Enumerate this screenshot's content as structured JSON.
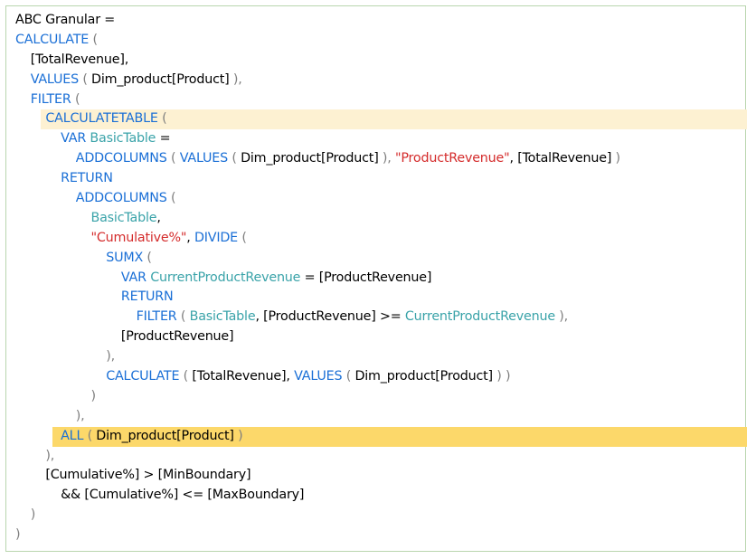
{
  "title": "ABC Granular =",
  "lines": [
    {
      "indent": 0,
      "tokens": [
        {
          "t": "ABC Granular =",
          "c": "plain"
        }
      ]
    },
    {
      "indent": 0,
      "tokens": [
        {
          "t": "CALCULATE",
          "c": "kw"
        },
        {
          "t": " (",
          "c": "par"
        }
      ]
    },
    {
      "indent": 1,
      "tokens": [
        {
          "t": "[TotalRevenue],",
          "c": "plain"
        }
      ]
    },
    {
      "indent": 1,
      "tokens": [
        {
          "t": "VALUES",
          "c": "kw"
        },
        {
          "t": " ( ",
          "c": "par"
        },
        {
          "t": "Dim_product[Product]",
          "c": "plain"
        },
        {
          "t": " ),",
          "c": "par"
        }
      ]
    },
    {
      "indent": 1,
      "tokens": [
        {
          "t": "FILTER",
          "c": "kw"
        },
        {
          "t": " (",
          "c": "par"
        }
      ]
    },
    {
      "indent": 2,
      "highlight": "light",
      "tokens": [
        {
          "t": "CALCULATETABLE",
          "c": "kw"
        },
        {
          "t": " (",
          "c": "par"
        }
      ]
    },
    {
      "indent": 3,
      "tokens": [
        {
          "t": "VAR ",
          "c": "kw"
        },
        {
          "t": "BasicTable",
          "c": "var"
        },
        {
          "t": " =",
          "c": "plain"
        }
      ]
    },
    {
      "indent": 4,
      "tokens": [
        {
          "t": "ADDCOLUMNS",
          "c": "kw"
        },
        {
          "t": " ( ",
          "c": "par"
        },
        {
          "t": "VALUES",
          "c": "kw"
        },
        {
          "t": " ( ",
          "c": "par"
        },
        {
          "t": "Dim_product[Product]",
          "c": "plain"
        },
        {
          "t": " ), ",
          "c": "par"
        },
        {
          "t": "\"ProductRevenue\"",
          "c": "str"
        },
        {
          "t": ", [TotalRevenue] ",
          "c": "plain"
        },
        {
          "t": ")",
          "c": "par"
        }
      ]
    },
    {
      "indent": 3,
      "tokens": [
        {
          "t": "RETURN",
          "c": "kw"
        }
      ]
    },
    {
      "indent": 4,
      "tokens": [
        {
          "t": "ADDCOLUMNS",
          "c": "kw"
        },
        {
          "t": " (",
          "c": "par"
        }
      ]
    },
    {
      "indent": 5,
      "tokens": [
        {
          "t": "BasicTable",
          "c": "var"
        },
        {
          "t": ",",
          "c": "plain"
        }
      ]
    },
    {
      "indent": 5,
      "tokens": [
        {
          "t": "\"Cumulative%\"",
          "c": "str"
        },
        {
          "t": ", ",
          "c": "plain"
        },
        {
          "t": "DIVIDE",
          "c": "kw"
        },
        {
          "t": " (",
          "c": "par"
        }
      ]
    },
    {
      "indent": 6,
      "tokens": [
        {
          "t": "SUMX",
          "c": "kw"
        },
        {
          "t": " (",
          "c": "par"
        }
      ]
    },
    {
      "indent": 7,
      "tokens": [
        {
          "t": "VAR ",
          "c": "kw"
        },
        {
          "t": "CurrentProductRevenue",
          "c": "var"
        },
        {
          "t": " = [ProductRevenue]",
          "c": "plain"
        }
      ]
    },
    {
      "indent": 7,
      "tokens": [
        {
          "t": "RETURN",
          "c": "kw"
        }
      ]
    },
    {
      "indent": 8,
      "tokens": [
        {
          "t": "FILTER",
          "c": "kw"
        },
        {
          "t": " ( ",
          "c": "par"
        },
        {
          "t": "BasicTable",
          "c": "var"
        },
        {
          "t": ", [ProductRevenue] >= ",
          "c": "plain"
        },
        {
          "t": "CurrentProductRevenue",
          "c": "var"
        },
        {
          "t": " ),",
          "c": "par"
        }
      ]
    },
    {
      "indent": 7,
      "tokens": [
        {
          "t": "[ProductRevenue]",
          "c": "plain"
        }
      ]
    },
    {
      "indent": 6,
      "tokens": [
        {
          "t": "),",
          "c": "par"
        }
      ]
    },
    {
      "indent": 6,
      "tokens": [
        {
          "t": "CALCULATE",
          "c": "kw"
        },
        {
          "t": " ( ",
          "c": "par"
        },
        {
          "t": "[TotalRevenue], ",
          "c": "plain"
        },
        {
          "t": "VALUES",
          "c": "kw"
        },
        {
          "t": " ( ",
          "c": "par"
        },
        {
          "t": "Dim_product[Product]",
          "c": "plain"
        },
        {
          "t": " ) )",
          "c": "par"
        }
      ]
    },
    {
      "indent": 5,
      "tokens": [
        {
          "t": ")",
          "c": "par"
        }
      ]
    },
    {
      "indent": 4,
      "tokens": [
        {
          "t": "),",
          "c": "par"
        }
      ]
    },
    {
      "indent": 3,
      "highlight": "strong",
      "tokens": [
        {
          "t": "ALL",
          "c": "kw"
        },
        {
          "t": " ( ",
          "c": "par"
        },
        {
          "t": "Dim_product[Product]",
          "c": "plain"
        },
        {
          "t": " )",
          "c": "par"
        }
      ]
    },
    {
      "indent": 2,
      "tokens": [
        {
          "t": "),",
          "c": "par"
        }
      ]
    },
    {
      "indent": 2,
      "tokens": [
        {
          "t": "[Cumulative%] > [MinBoundary]",
          "c": "plain"
        }
      ]
    },
    {
      "indent": 3,
      "tokens": [
        {
          "t": "&& [Cumulative%] <= [MaxBoundary]",
          "c": "plain"
        }
      ]
    },
    {
      "indent": 1,
      "tokens": [
        {
          "t": ")",
          "c": "par"
        }
      ]
    },
    {
      "indent": 0,
      "tokens": [
        {
          "t": ")",
          "c": "par"
        }
      ]
    }
  ],
  "colors": {
    "keyword": "#1a6fd6",
    "variable": "#3aa3a9",
    "string": "#d42b2b",
    "paren": "#7f7f7f",
    "highlight_light": "#fdf1d2",
    "highlight_strong": "#fcd86a",
    "border": "#b9d5ae"
  }
}
